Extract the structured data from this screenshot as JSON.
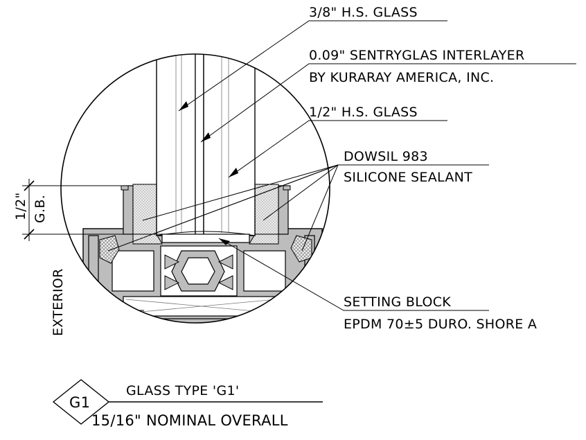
{
  "labels": {
    "outer_glass": "3/8\" H.S. GLASS",
    "interlayer_line1": "0.09\" SENTRYGLAS INTERLAYER",
    "interlayer_line2": "BY KURARAY AMERICA, INC.",
    "inner_glass": "1/2\" H.S. GLASS",
    "sealant_line1": "DOWSIL 983",
    "sealant_line2": "SILICONE SEALANT",
    "setting_block_line1": "SETTING BLOCK",
    "setting_block_line2": "EPDM 70±5 DURO. SHORE A",
    "exterior": "EXTERIOR",
    "dim_value": "1/2\"",
    "dim_gb": "G.B.",
    "glass_type_tag": "G1",
    "glass_type_title": "GLASS TYPE 'G1'",
    "glass_type_subtitle": "15/16\" NOMINAL OVERALL"
  },
  "colors": {
    "line": "#000000",
    "aluminum": "#bdbdbd",
    "sealant": "#d9d9d9",
    "background": "#ffffff"
  }
}
